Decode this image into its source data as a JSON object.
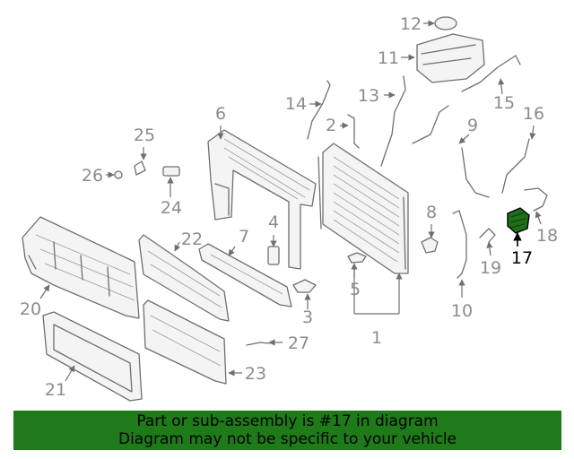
{
  "diagram": {
    "callouts": [
      "1",
      "2",
      "3",
      "4",
      "5",
      "6",
      "7",
      "8",
      "9",
      "10",
      "11",
      "12",
      "13",
      "14",
      "15",
      "16",
      "17",
      "18",
      "19",
      "20",
      "21",
      "22",
      "23",
      "24",
      "25",
      "26",
      "27"
    ],
    "highlighted_part": "17",
    "highlight_color": "#1f7a1a"
  },
  "banner": {
    "line1": "Part or sub-assembly is #17 in diagram",
    "line2": "Diagram may not be specific to your vehicle",
    "color": "#1f7a1a"
  }
}
